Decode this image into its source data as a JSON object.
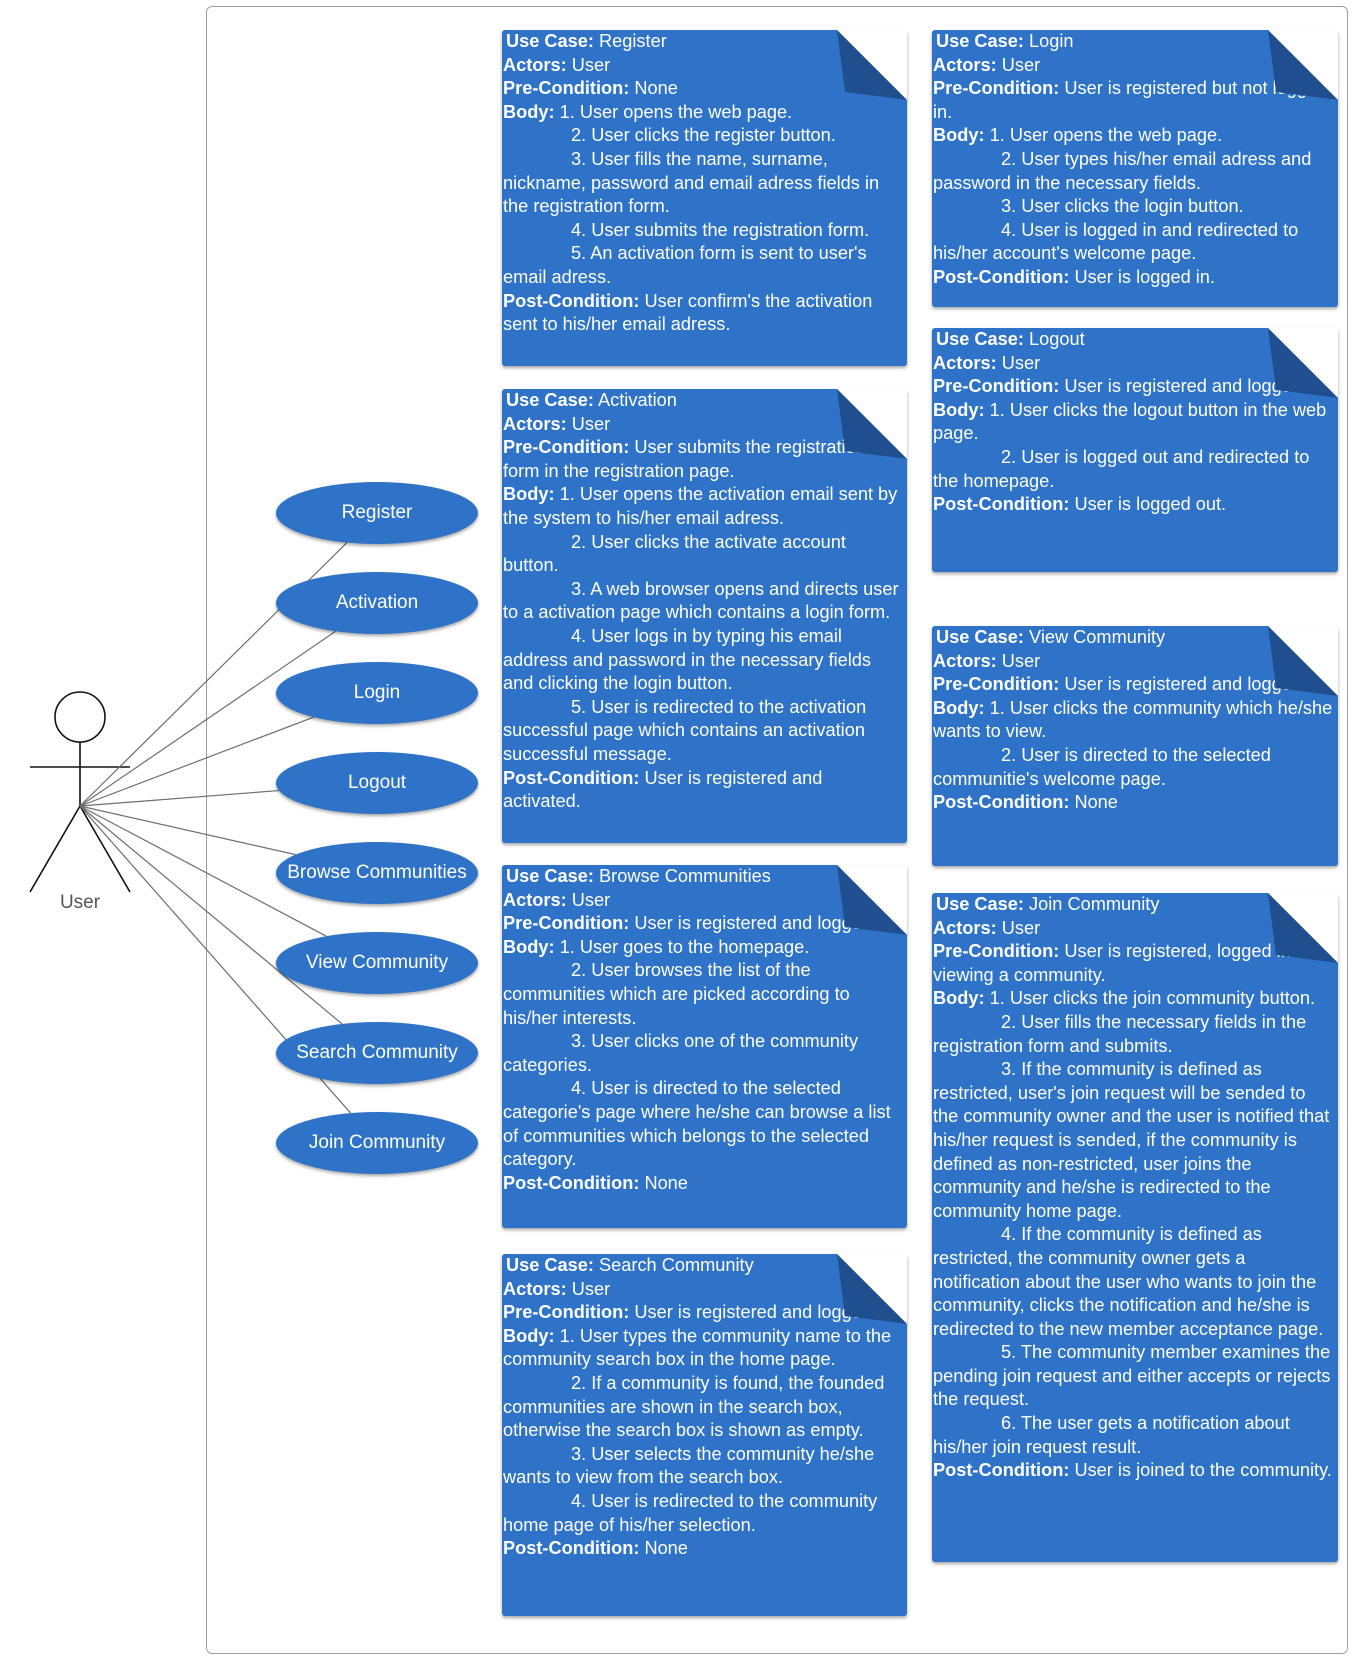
{
  "actor": {
    "label": "User"
  },
  "use_cases": [
    {
      "id": "register",
      "label": "Register"
    },
    {
      "id": "activation",
      "label": "Activation"
    },
    {
      "id": "login",
      "label": "Login"
    },
    {
      "id": "logout",
      "label": "Logout"
    },
    {
      "id": "browse",
      "label": "Browse Communities"
    },
    {
      "id": "view",
      "label": "View Community"
    },
    {
      "id": "search",
      "label": "Search Community"
    },
    {
      "id": "join",
      "label": "Join Community"
    }
  ],
  "keys": {
    "use_case": "Use Case:",
    "actors": "Actors:",
    "pre": "Pre-Condition:",
    "body": "Body:",
    "post": "Post-Condition:"
  },
  "notes": {
    "register": {
      "use_case": "Register",
      "actors": "User",
      "pre": "None",
      "body": [
        "1. User opens the web page.",
        "2. User clicks the register button.",
        "3. User fills the name, surname, nickname, password and email adress fields in the registration form.",
        "4. User submits the registration form.",
        "5. An activation form is sent to user's email adress."
      ],
      "post": "User confirm's the activation sent to his/her email adress."
    },
    "activation": {
      "use_case": "Activation",
      "actors": "User",
      "pre": "User submits the registration form in the registration page.",
      "body": [
        "1. User opens the activation email sent by the system to his/her email adress.",
        "2. User clicks the activate account button.",
        "3. A web browser opens and directs user to a activation page which contains a login form.",
        "4. User logs in by typing his email address and password in the necessary fields and clicking the login button.",
        "5. User is redirected to the activation successful page which contains an activation successful message."
      ],
      "post": "User is registered and activated."
    },
    "browse": {
      "use_case": "Browse Communities",
      "actors": "User",
      "pre": "User is registered and logged in.",
      "body": [
        "1. User goes to the homepage.",
        "2. User browses the list of the communities which are picked according to his/her interests.",
        "3. User clicks one of the community categories.",
        "4. User is directed to the selected categorie's page where he/she can browse a list of communities which belongs to the selected category."
      ],
      "post": "None"
    },
    "search": {
      "use_case": "Search Community",
      "actors": "User",
      "pre": "User is registered and logged in.",
      "body": [
        "1. User types the community name to the community search box in the home page.",
        "2. If a community is found, the founded communities are shown in the search box, otherwise the search box is shown as empty.",
        "3. User selects the community he/she wants to view from the search box.",
        "4. User is redirected to the community home page of his/her selection."
      ],
      "post": "None"
    },
    "login": {
      "use_case": "Login",
      "actors": "User",
      "pre": "User is registered but not logged in.",
      "body": [
        "1. User opens the web page.",
        "2. User types his/her email adress and password in the necessary fields.",
        "3. User clicks the login button.",
        "4. User is logged in and redirected to his/her account's welcome page."
      ],
      "post": "User is logged in."
    },
    "logout": {
      "use_case": "Logout",
      "actors": "User",
      "pre": "User is registered and logged in.",
      "body": [
        "1. User clicks the logout button in the web page.",
        "2. User is logged out and redirected to the homepage."
      ],
      "post": "User is logged out."
    },
    "view": {
      "use_case": "View Community",
      "actors": "User",
      "pre": "User is registered and logged in.",
      "body": [
        "1. User clicks the community which he/she wants to view.",
        "2. User is directed to the selected communitie's welcome page."
      ],
      "post": "None"
    },
    "join": {
      "use_case": "Join Community",
      "actors": "User",
      "pre": "User is registered, logged in and viewing a community.",
      "body": [
        "1. User clicks the join community button.",
        "2. User fills the necessary fields in the registration form and submits.",
        "3. If the community is defined as restricted, user's join request will be sended to the community owner and the user is notified that his/her request is sended, if the community is defined as non-restricted, user joins the community and he/she is redirected to the community home page.",
        "4. If the community is defined as restricted, the community owner gets a notification about the user who wants to join the community, clicks the notification and he/she is redirected to the new member acceptance page.",
        "5. The community member examines the pending join request and either accepts or rejects the request.",
        "6. The user gets a notification about his/her join request result."
      ],
      "post": "User is joined to the community."
    }
  },
  "colors": {
    "note_fill": "#2f73c8",
    "fold": "#1f4f8f",
    "line": "#666666"
  }
}
